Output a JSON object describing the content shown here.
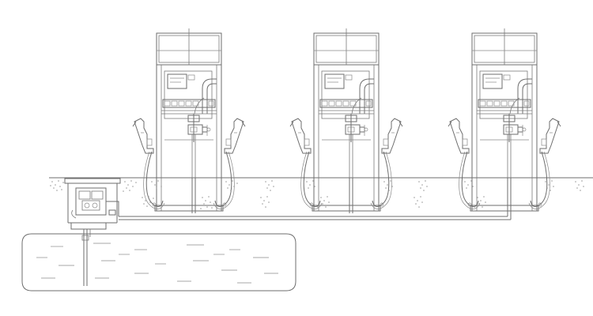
{
  "diagram": {
    "title": "",
    "description_visible_text": "",
    "dispenser_count": 3,
    "components": [
      {
        "id": "dispenser-1",
        "type": "fuel-dispenser",
        "nozzles": 2
      },
      {
        "id": "dispenser-2",
        "type": "fuel-dispenser",
        "nozzles": 2
      },
      {
        "id": "dispenser-3",
        "type": "fuel-dispenser",
        "nozzles": 2
      },
      {
        "id": "submersible-pump",
        "type": "pump-in-manway"
      },
      {
        "id": "storage-tank",
        "type": "underground-fuel-tank"
      },
      {
        "id": "supply-line",
        "type": "underground-pipe"
      }
    ],
    "colors": {
      "line": "#6e6e6e",
      "soil": "#9a9a9a",
      "background": "#ffffff"
    },
    "icons": [
      "dispenser-icon",
      "nozzle-icon",
      "pump-icon",
      "tank-icon"
    ]
  }
}
